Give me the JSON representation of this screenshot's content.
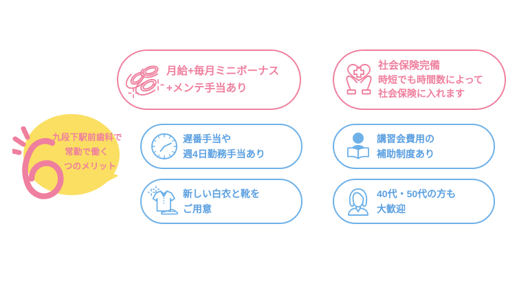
{
  "theme": {
    "pink": "#ef7f9e",
    "blue": "#6eb1e8",
    "blue_text": "#5a9fe0",
    "yellow": "#fbdf62",
    "background": "#ffffff"
  },
  "badge": {
    "number": "6",
    "line1": "九段下駅前歯科で",
    "line2": "常勤で働く",
    "line3": "つのメリット"
  },
  "cards": [
    {
      "id": "salary",
      "accent": "pink",
      "icon": "coins-icon",
      "lines": [
        "月給+毎月ミニボーナス",
        "+メンテ手当あり"
      ]
    },
    {
      "id": "insurance",
      "accent": "pink",
      "icon": "heart-in-hands-icon",
      "lines": [
        "社会保険完備",
        "時短でも時間数によって",
        "社会保険に入れます"
      ]
    },
    {
      "id": "shift",
      "accent": "blue",
      "icon": "clock-icon",
      "lines": [
        "遅番手当や",
        "週4日勤務手当あり"
      ]
    },
    {
      "id": "training",
      "accent": "blue",
      "icon": "person-reading-book-icon",
      "lines": [
        "講習会費用の",
        "補助制度あり"
      ]
    },
    {
      "id": "uniform",
      "accent": "blue",
      "icon": "polo-shirt-and-shoe-icon",
      "lines": [
        "新しい白衣と靴を",
        "ご用意"
      ]
    },
    {
      "id": "age",
      "accent": "blue",
      "icon": "woman-portrait-icon",
      "lines": [
        "40代・50代の方も",
        "大歓迎"
      ]
    }
  ]
}
